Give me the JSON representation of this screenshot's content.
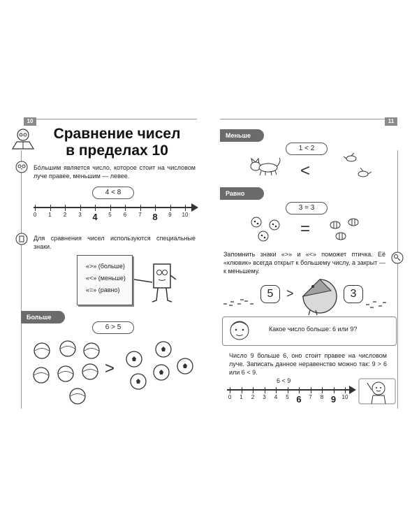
{
  "left_page": {
    "page_number": "10",
    "title_line1": "Сравнение чисел",
    "title_line2": "в пределах 10",
    "intro_text": "Бо́льшим является число, которое стоит на числовом луче правее, меньшим — левее.",
    "example": "4  <  8",
    "number_line": {
      "ticks": [
        "0",
        "1",
        "2",
        "3",
        "4",
        "5",
        "6",
        "7",
        "8",
        "9",
        "10"
      ],
      "highlighted": [
        "4",
        "8"
      ]
    },
    "signs_text": "Для сравнения чисел используются специальные знаки.",
    "signs": [
      "«>» (больше)",
      "«<» (меньше)",
      "«=» (равно)"
    ],
    "section_greater": {
      "label": "Больше",
      "example": "6  >  5",
      "symbol": ">"
    }
  },
  "right_page": {
    "page_number": "11",
    "section_less": {
      "label": "Меньше",
      "example": "1  <  2",
      "symbol": "<"
    },
    "section_equal": {
      "label": "Равно",
      "example": "3  =  3",
      "symbol": "="
    },
    "bird_text": "Запомнить знаки «>» и «<» поможет птичка. Её «клювик» всегда открыт к большему числу, а закрыт — к меньшему.",
    "bird_example": {
      "left": "5",
      "right": "3",
      "beak": ">"
    },
    "question": "Какое число больше: 6 или 9?",
    "answer_text": "Число 9 больше 6, оно стоит правее на числовом луче. Записать данное неравенство можно так: 9  >  6 или 6  <  9.",
    "answer_example": "6  <  9",
    "number_line": {
      "ticks": [
        "0",
        "1",
        "2",
        "3",
        "4",
        "5",
        "6",
        "7",
        "8",
        "9",
        "10"
      ],
      "highlighted": [
        "6",
        "9"
      ]
    }
  }
}
